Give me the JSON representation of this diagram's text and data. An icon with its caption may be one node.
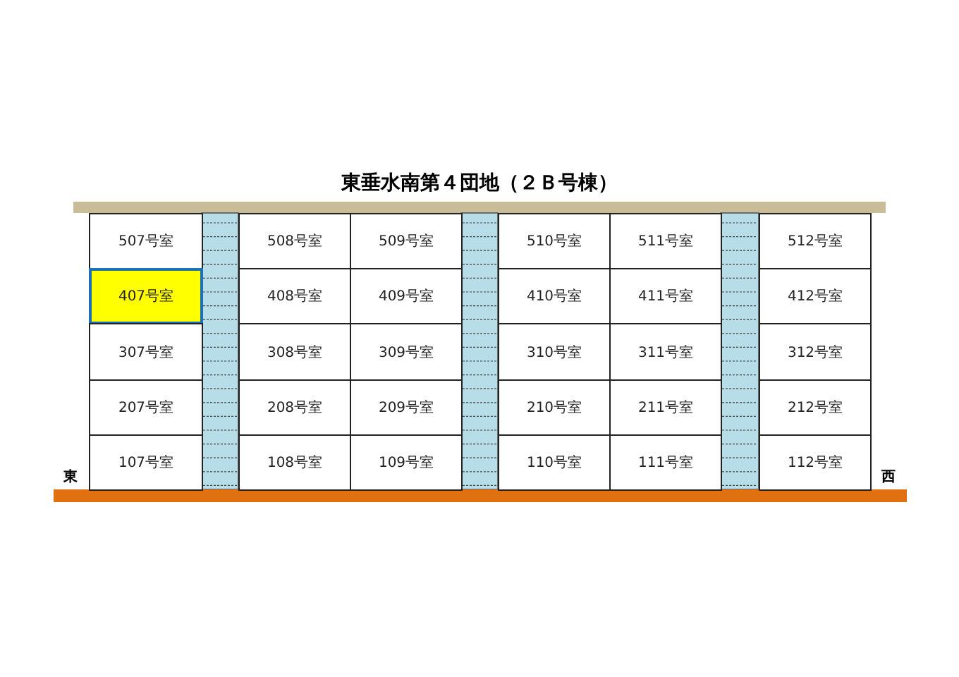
{
  "diagram": {
    "title": "東垂水南第４団地（２Ｂ号棟）",
    "nodes": [
      {
        "text": [
          "507号室"
        ]
      },
      {
        "text": [
          "508号室"
        ]
      },
      {
        "text": [
          "509号室"
        ]
      },
      {
        "text": [
          "510号室"
        ]
      },
      {
        "text": [
          "511号室"
        ]
      },
      {
        "text": [
          "512号室"
        ]
      },
      {
        "text": [
          "407号室"
        ]
      },
      {
        "text": [
          "408号室"
        ]
      },
      {
        "text": [
          "409号室"
        ]
      },
      {
        "text": [
          "410号室"
        ]
      },
      {
        "text": [
          "411号室"
        ]
      },
      {
        "text": [
          "412号室"
        ]
      },
      {
        "text": [
          "307号室"
        ]
      },
      {
        "text": [
          "308号室"
        ]
      },
      {
        "text": [
          "309号室"
        ]
      },
      {
        "text": [
          "310号室"
        ]
      },
      {
        "text": [
          "311号室"
        ]
      },
      {
        "text": [
          "312号室"
        ]
      },
      {
        "text": [
          "207号室"
        ]
      },
      {
        "text": [
          "208号室"
        ]
      },
      {
        "text": [
          "209号室"
        ]
      },
      {
        "text": [
          "210号室"
        ]
      },
      {
        "text": [
          "211号室"
        ]
      },
      {
        "text": [
          "212号室"
        ]
      },
      {
        "text": [
          "107号室"
        ]
      },
      {
        "text": [
          "108号室"
        ]
      },
      {
        "text": [
          "109号室"
        ]
      },
      {
        "text": [
          "110号室"
        ]
      },
      {
        "text": [
          "111号室"
        ]
      },
      {
        "text": [
          "112号室"
        ]
      }
    ],
    "labels": [
      "東",
      "西"
    ]
  }
}
